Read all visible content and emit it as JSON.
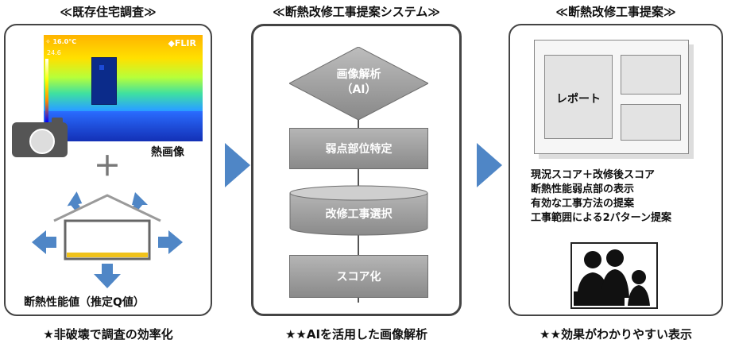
{
  "panels": [
    {
      "title": "≪既存住宅調査≫",
      "thermal": {
        "temp_max": "✧ 16.0°C",
        "temp_min": "24.6",
        "brand": "FLIR"
      },
      "thermal_label": "熱画像",
      "plus": "＋",
      "house_label": "断熱性能値（推定Q値）",
      "caption": "★非破壊で調査の効率化"
    },
    {
      "title": "≪断熱改修工事提案システム≫",
      "steps": [
        "画像解析",
        "（AI）",
        "弱点部位特定",
        "改修工事選択",
        "スコア化"
      ],
      "caption": "★★AIを活用した画像解析"
    },
    {
      "title": "≪断熱改修工事提案≫",
      "report_label": "レポート",
      "items": [
        "現況スコア＋改修後スコア",
        "断熱性能弱点部の表示",
        "有効な工事方法の提案",
        "工事範囲による2パターン提案"
      ],
      "caption": "★★効果がわかりやすい表示"
    }
  ],
  "colors": {
    "arrow_blue": "#4f86c6",
    "frame": "#444444",
    "step_gray": "#9a9a9a",
    "floor_yellow": "#f0c21b"
  }
}
